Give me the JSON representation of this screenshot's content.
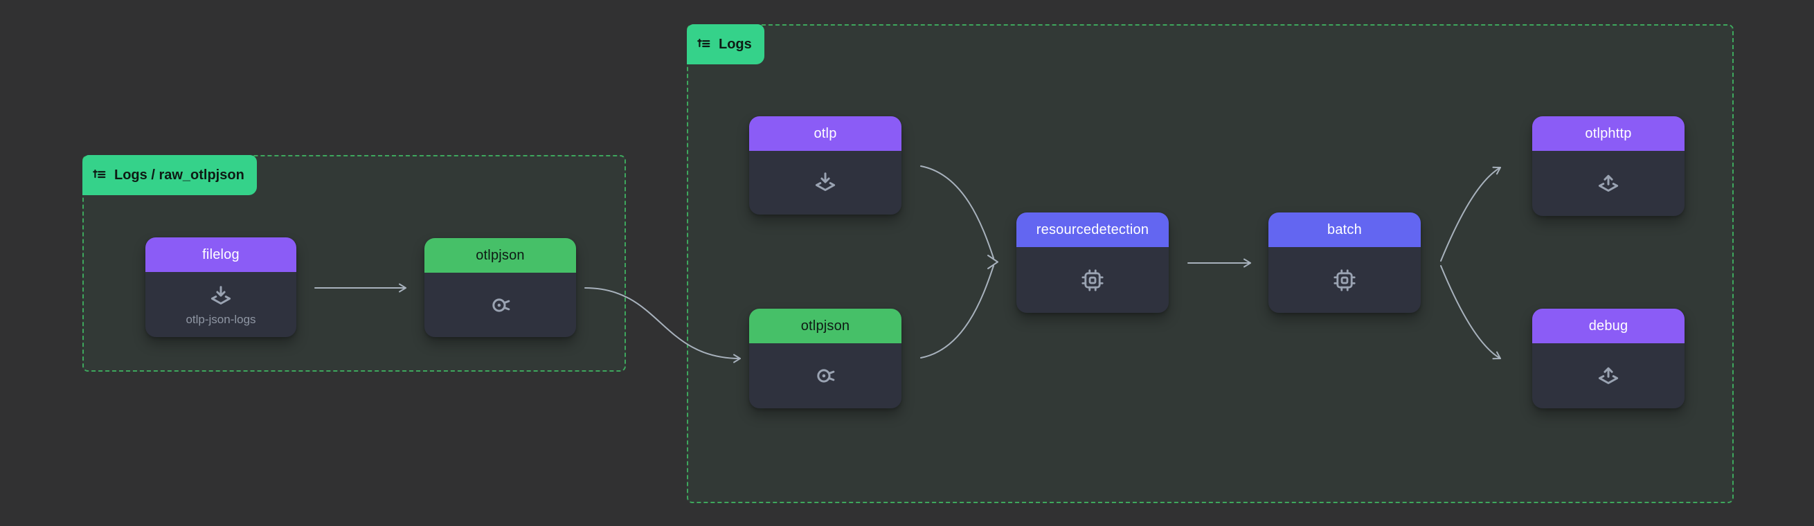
{
  "colors": {
    "canvas_bg": "#313132",
    "group_border": "#3ea75d",
    "group_fill": "rgba(74, 201, 126, 0.055)",
    "badge_bg": "#35d28a",
    "badge_text": "#0e1a14",
    "receiver_accent": "#8b5cf6",
    "exporter_accent": "#8b5cf6",
    "processor_accent": "#6366f1",
    "connector_accent": "#46c068",
    "node_body": "#2f323e",
    "node_title_light": "#ffffff",
    "node_title_dark": "#0e1a14",
    "icon_color": "#9aa3b2",
    "subtitle_color": "#8f96a3",
    "edge_color": "#a8b2bd"
  },
  "groups": [
    {
      "label": "Logs / raw_otlpjson",
      "icon": "pipelines-icon",
      "nodes": [
        {
          "title": "filelog",
          "subtitle": "otlp-json-logs",
          "type": "receiver",
          "icon": "receiver-icon",
          "accent": "#8b5cf6",
          "title_color": "#ffffff"
        },
        {
          "title": "otlpjson",
          "type": "connector",
          "icon": "connector-icon",
          "accent": "#46c068",
          "title_color": "#0e1a14"
        }
      ]
    },
    {
      "label": "Logs",
      "icon": "pipelines-icon",
      "nodes": [
        {
          "title": "otlp",
          "type": "receiver",
          "icon": "receiver-icon",
          "accent": "#8b5cf6",
          "title_color": "#ffffff"
        },
        {
          "title": "otlpjson",
          "type": "connector",
          "icon": "connector-icon",
          "accent": "#46c068",
          "title_color": "#0e1a14"
        },
        {
          "title": "resourcedetection",
          "type": "processor",
          "icon": "processor-icon",
          "accent": "#6366f1",
          "title_color": "#ffffff"
        },
        {
          "title": "batch",
          "type": "processor",
          "icon": "processor-icon",
          "accent": "#6366f1",
          "title_color": "#ffffff"
        },
        {
          "title": "otlphttp",
          "type": "exporter",
          "icon": "exporter-icon",
          "accent": "#8b5cf6",
          "title_color": "#ffffff"
        },
        {
          "title": "debug",
          "type": "exporter",
          "icon": "exporter-icon",
          "accent": "#8b5cf6",
          "title_color": "#ffffff"
        }
      ]
    },
    {
      "edges_note": ""
    }
  ],
  "edges": [
    {
      "from": "filelog",
      "to": "otlpjson",
      "pipeline": "Logs / raw_otlpjson"
    },
    {
      "from": "otlpjson",
      "from_pipeline": "Logs / raw_otlpjson",
      "to": "otlpjson",
      "to_pipeline": "Logs"
    },
    {
      "from": "otlp",
      "to": "resourcedetection",
      "pipeline": "Logs"
    },
    {
      "from": "otlpjson",
      "to": "resourcedetection",
      "pipeline": "Logs"
    },
    {
      "from": "resourcedetection",
      "to": "batch",
      "pipeline": "Logs"
    },
    {
      "from": "batch",
      "to": "otlphttp",
      "pipeline": "Logs"
    },
    {
      "from": "batch",
      "to": "debug",
      "pipeline": "Logs"
    }
  ]
}
